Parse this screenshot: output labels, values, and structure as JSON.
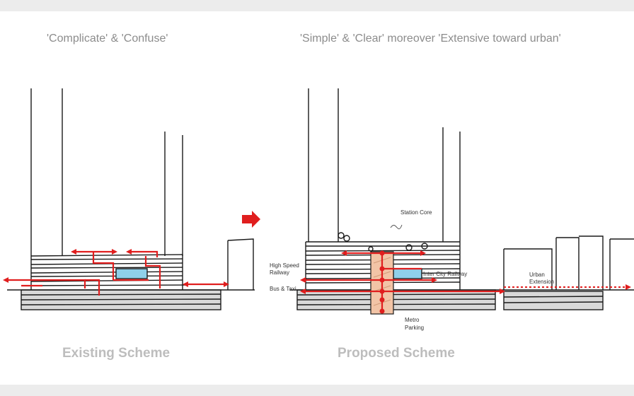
{
  "headings": {
    "existing": "'Complicate' & 'Confuse'",
    "proposed": "'Simple' & 'Clear' moreover  'Extensive toward urban'"
  },
  "schemes": {
    "existing": "Existing Scheme",
    "proposed": "Proposed Scheme"
  },
  "labels": {
    "station_core": "Station Core",
    "high_speed_1": "High Speed",
    "high_speed_2": "Railway",
    "bus_taxi": "Bus & Taxi",
    "inter_city": "Inter City Railway",
    "urban_1": "Urban",
    "urban_2": "Extension",
    "metro": "Metro",
    "parking": "Parking"
  },
  "colors": {
    "route_red": "#e01e1e",
    "core_fill": "#f2c4a6",
    "glass_blue": "#8fd0ea",
    "ink": "#1a1a1a",
    "grey_text": "#8c8c8c"
  }
}
